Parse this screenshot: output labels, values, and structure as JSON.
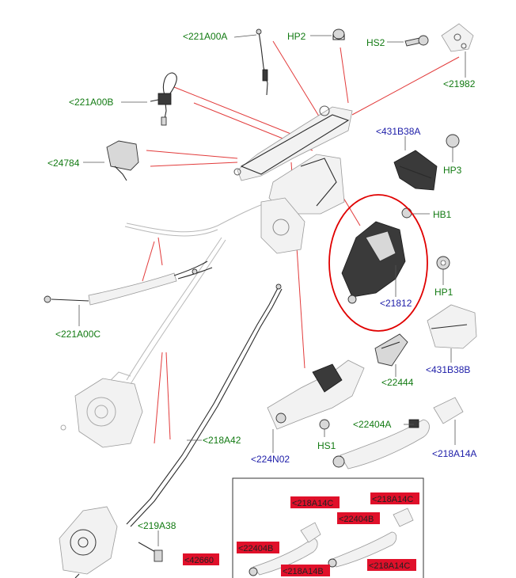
{
  "labels": {
    "l221A00A": "<221A00A",
    "lHP2": "HP2",
    "lHS2": "HS2",
    "l21982": "<21982",
    "l221A00B": "<221A00B",
    "l431B38A": "<431B38A",
    "l24784": "<24784",
    "lHP3": "HP3",
    "lHB1": "HB1",
    "l21812": "<21812",
    "lHP1": "HP1",
    "l221A00C": "<221A00C",
    "l431B38B": "<431B38B",
    "l22444": "<22444",
    "l22404A": "<22404A",
    "l218A42": "<218A42",
    "l218A14A": "<218A14A",
    "lHS1": "HS1",
    "l224N02": "<224N02",
    "l219A38": "<219A38"
  },
  "highlighted": {
    "h218A14C_a": "<218A14C",
    "h218A14C_b": "<218A14C",
    "h22404B_a": "<22404B",
    "h22404B_b": "<22404B",
    "h42660": "<42660",
    "h218A14B": "<218A14B",
    "h218A14C_c": "<218A14C"
  },
  "colors": {
    "green_label": "#127a12",
    "blue_label": "#1c1ca8",
    "highlight_fill": "#e0102a",
    "callout_red": "#e23b3b",
    "annotation_circle": "#e00000"
  }
}
